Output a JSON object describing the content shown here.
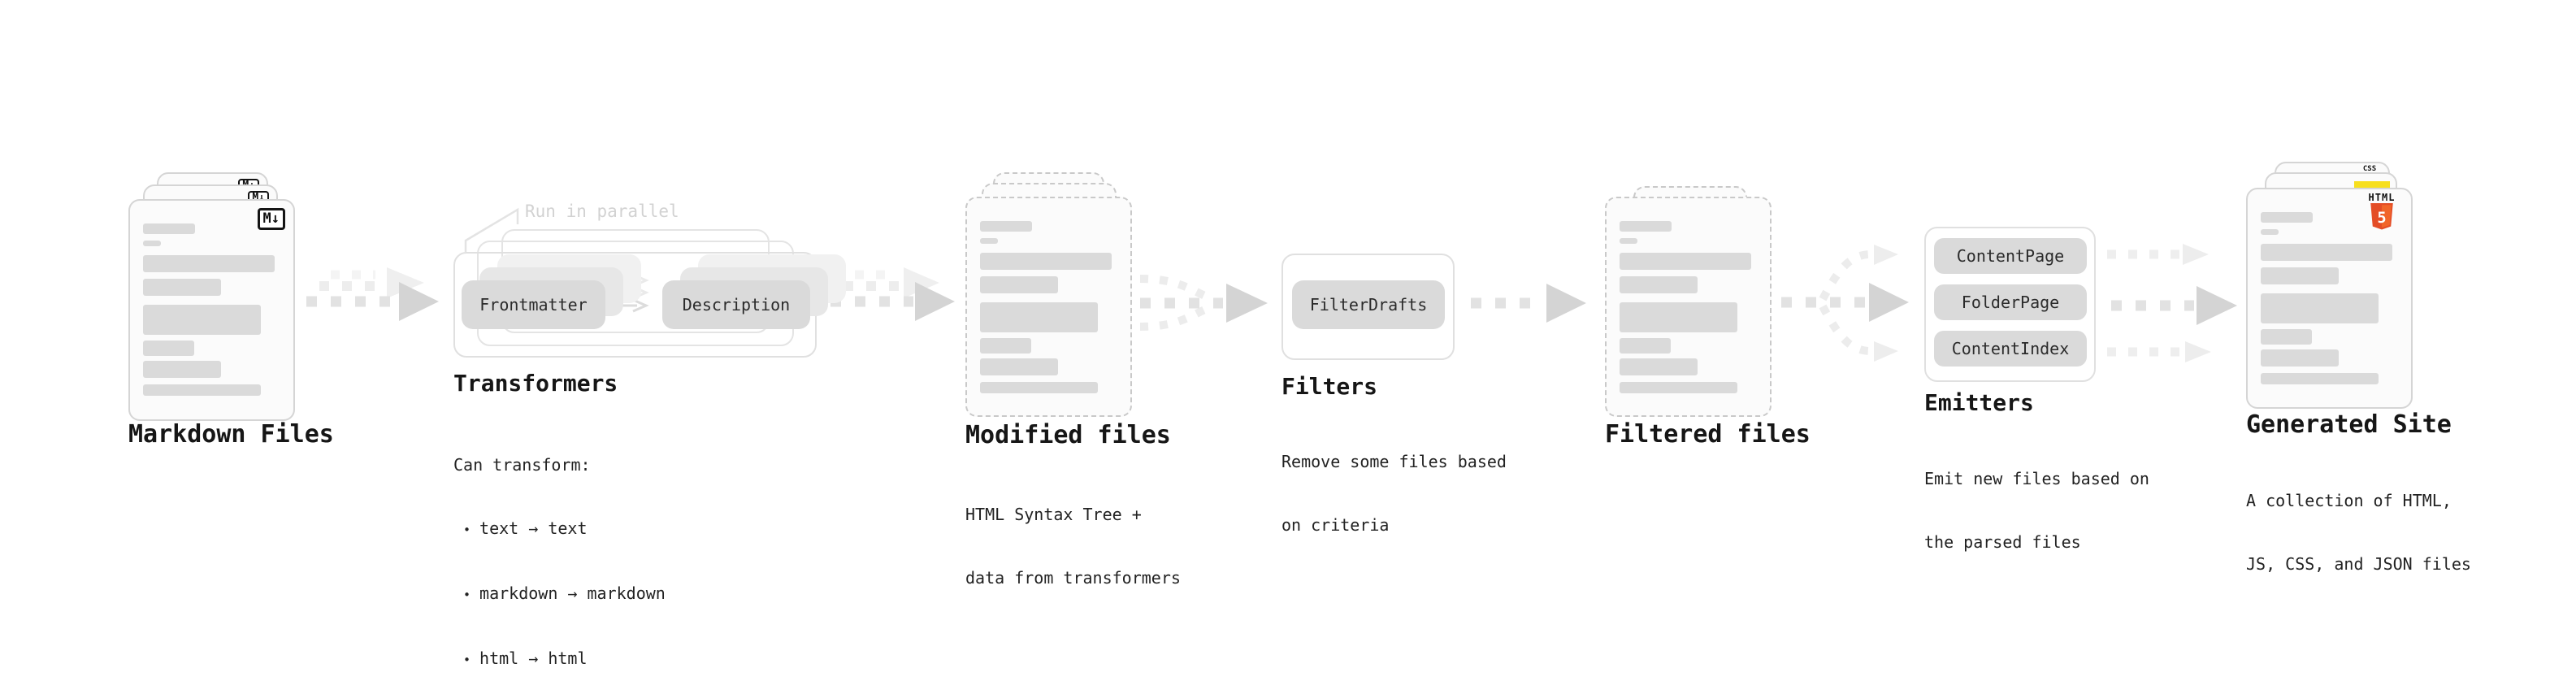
{
  "nodes": {
    "markdown_files": {
      "label": "Markdown Files",
      "badge": "M↓"
    },
    "transformers": {
      "title": "Transformers",
      "annotation": "Run in parallel",
      "pill_a": "Frontmatter",
      "pill_b": "Description",
      "intro": "Can transform:",
      "bullet_glyph": "•",
      "bullets": [
        "text → text",
        "markdown → markdown",
        "html → html"
      ]
    },
    "modified_files": {
      "label": "Modified files",
      "desc": [
        "HTML Syntax Tree +",
        "data from transformers"
      ]
    },
    "filters": {
      "title": "Filters",
      "pill": "FilterDrafts",
      "desc": [
        "Remove some files based",
        "on criteria"
      ]
    },
    "filtered_files": {
      "label": "Filtered files"
    },
    "emitters": {
      "title": "Emitters",
      "pills": [
        "ContentPage",
        "FolderPage",
        "ContentIndex"
      ],
      "desc": [
        "Emit new files based on",
        "the parsed files"
      ]
    },
    "generated_site": {
      "label": "Generated Site",
      "desc": [
        "A collection of HTML,",
        "JS, CSS, and JSON files"
      ],
      "icons": {
        "css_label": "CSS",
        "html_word": "HTML",
        "html_number": "5"
      }
    }
  },
  "colors": {
    "html5_orange": "#e44d26",
    "html5_orange_light": "#f16529",
    "js_yellow": "#f7df1e",
    "css_blue": "#2965f1"
  }
}
